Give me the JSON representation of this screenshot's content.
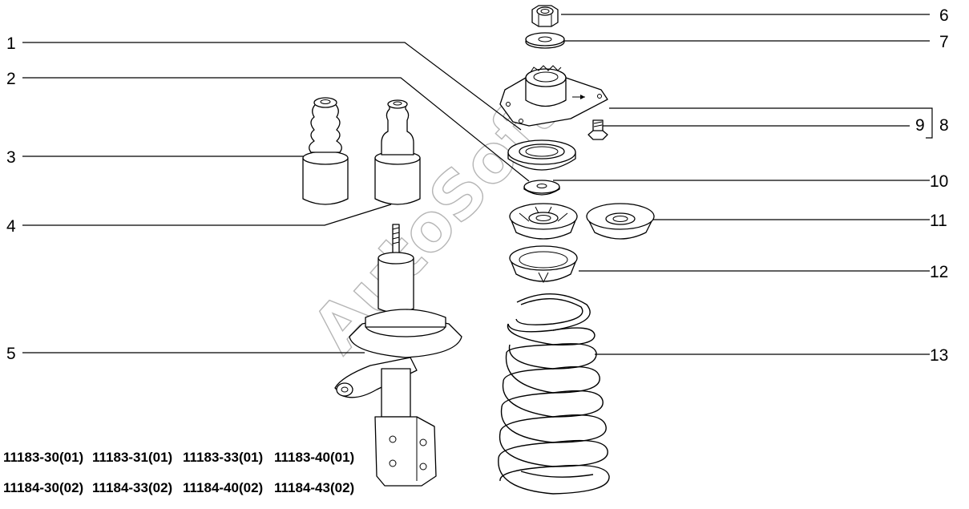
{
  "watermark": "AutoSoft",
  "callouts": {
    "c1": "1",
    "c2": "2",
    "c3": "3",
    "c4": "4",
    "c5": "5",
    "c6": "6",
    "c7": "7",
    "c8": "8",
    "c9": "9",
    "c10": "10",
    "c11": "11",
    "c12": "12",
    "c13": "13"
  },
  "codes": {
    "row1": [
      "11183-30(01)",
      "11183-31(01)",
      "11183-33(01)",
      "11183-40(01)"
    ],
    "row2": [
      "11184-30(02)",
      "11184-33(02)",
      "11184-40(02)",
      "11184-43(02)"
    ]
  }
}
